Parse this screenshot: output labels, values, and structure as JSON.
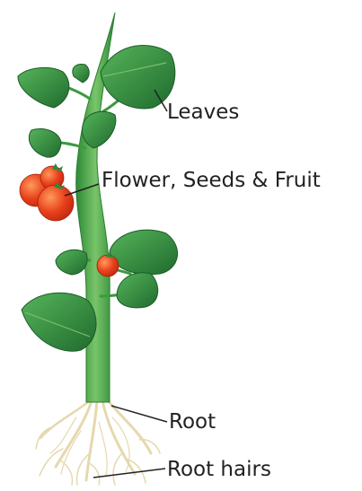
{
  "labels": {
    "leaves": "Leaves",
    "flower": "Flower, Seeds & Fruit",
    "root": "Root",
    "root_hairs": "Root hairs"
  },
  "colors": {
    "leaf_dark": "#1f6b2e",
    "leaf_mid": "#2f8a3c",
    "leaf_light": "#4fae56",
    "stem": "#3a9a3f",
    "stem_light": "#7cc06a",
    "fruit": "#e8401c",
    "fruit_highlight": "#ff8a4a",
    "root": "#e9dcb4",
    "text": "#222222"
  }
}
